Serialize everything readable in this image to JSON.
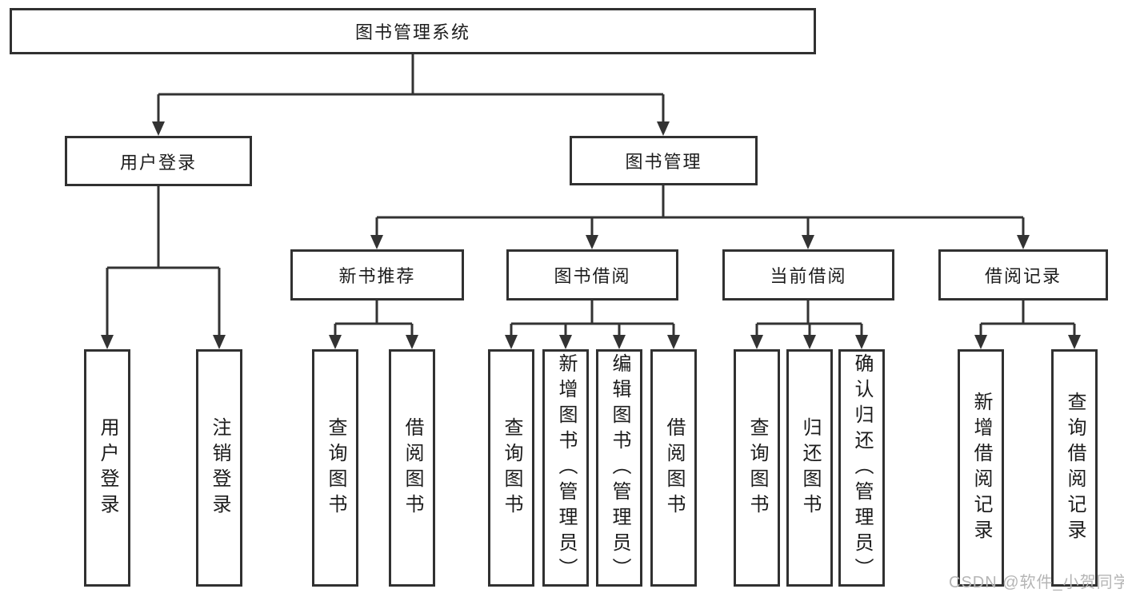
{
  "tree": {
    "label": "图书管理系统",
    "children": [
      {
        "label": "用户登录",
        "children": [
          {
            "label": "用户登录"
          },
          {
            "label": "注销登录"
          }
        ]
      },
      {
        "label": "图书管理",
        "children": [
          {
            "label": "新书推荐",
            "children": [
              {
                "label": "查询图书"
              },
              {
                "label": "借阅图书"
              }
            ]
          },
          {
            "label": "图书借阅",
            "children": [
              {
                "label": "查询图书"
              },
              {
                "label": "新增图书（管理员）"
              },
              {
                "label": "编辑图书（管理员）"
              },
              {
                "label": "借阅图书"
              }
            ]
          },
          {
            "label": "当前借阅",
            "children": [
              {
                "label": "查询图书"
              },
              {
                "label": "归还图书"
              },
              {
                "label": "确认归还（管理员）"
              }
            ]
          },
          {
            "label": "借阅记录",
            "children": [
              {
                "label": "新增借阅记录"
              },
              {
                "label": "查询借阅记录"
              }
            ]
          }
        ]
      }
    ]
  },
  "watermark": {
    "text": "CSDN @软件_小贺同学"
  },
  "colors": {
    "line": "#333333",
    "box_border": "#313131",
    "text": "#1c1c1c",
    "watermark": "#b5b5b5",
    "background": "#ffffff"
  }
}
